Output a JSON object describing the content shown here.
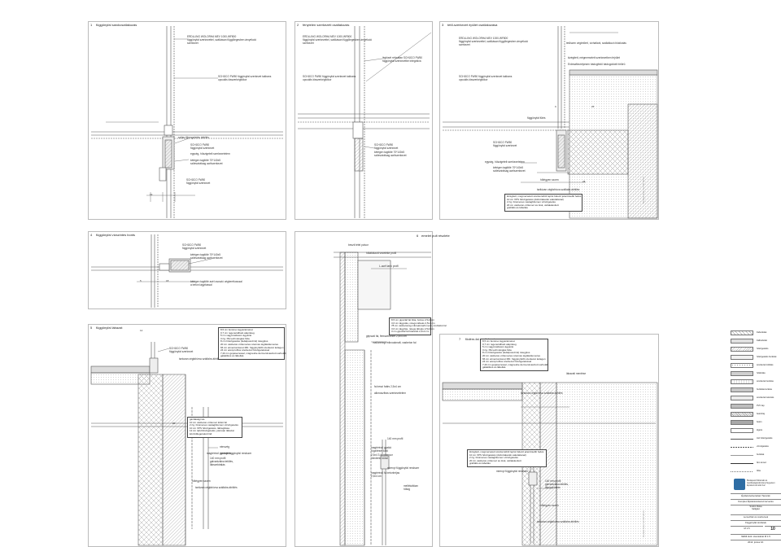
{
  "panels": [
    {
      "num": "1",
      "title": "függönyfal sarokcsatlakozás"
    },
    {
      "num": "2",
      "title": "fénytelen szerkezeti csatlakozás"
    },
    {
      "num": "3",
      "title": "tető-szerkezet épület csatlakozása"
    },
    {
      "num": "4",
      "title": "függönyfal vízszintes bonts"
    },
    {
      "num": "5",
      "title": "függönyfal lábazat"
    },
    {
      "num": "6",
      "title": "emelet pult részlete"
    },
    {
      "num": "7",
      "title": "födém-fal csatlakozása"
    }
  ],
  "notes": {
    "p1_top": "ERDLLING WOLORHA MEV 1000-WF800\nfüggönyfal szerkezettel, szálkásan függőlegesben árnyékoló\nszerkezet",
    "p1_mid": "SCHÜCO FW50 függönyfal szerkezet takbans\nopcuális kisszerkégfolkor",
    "p1_a": "szilas lőhengeletés ábhllés",
    "p1_b": "SCHÜCO FW50\nfüggönyfal szerkezet",
    "p1_c": "egység, hőszigetelt szerkezetelem",
    "p1_d": "kétégen tagfótlé 70*140x5\nszilesztrálsag acélszerkezet",
    "p1_e": "SCHÜCO FW50\nfüggönyfal szerkezet",
    "p2_top": "ERDLLING WOLORHA MEV 1000-WF800\nfüggönyfal szerkezettel, szálkásan függőlegesben árnyékoló\nszerkezet",
    "p2_right": "légfósét rétizáltan SCHÜCO FW50\nfüggönyfal szerkezetbe integrálva",
    "p2_mid": "SCHÜCO FW50 függönyfal szerkezet takbans\nopcuális kisszerkégfolkor",
    "p2_a": "SCHÜCO FW50\nfüggönyfal szerkezet",
    "p2_b": "kétégen tagfótlé 70*140x5\nszilesztrálsag acélszerkezet",
    "p3_top": "ERDLLING WOLORHA MEV 1000-WF800\nfüggönyfal szerkezettel, szálkásan függőlegesben árnyékoló\nszerkezet",
    "p3_r1": "tetőszen cégtetőrel, vízhatlanl, szállalkozó blokkotás",
    "p3_r2": "kizégitett, mégmerselett szerkezetben fejrület",
    "p3_r3": "Erdesafkezelyesen bádogfedő bádogoldott fórlőrü",
    "p3_mid": "SCHÜCO FW50 függönyfal szerkezet takbans\nopcuális kisszerkégfolkor",
    "p3_a": "függönyfal fütés",
    "p3_b": "SCHÜCO FW50\nfüggönyfal szerkezet",
    "p3_c": "egység, hőszigetelt szerkezetelem",
    "p3_d": "kétégen tagfótlé 70*140x5\nszilesztrálsag acélszerkezet",
    "p3_e": "hőtégyen szorm",
    "p3_f": "taritózan cégfahívva szálfalra ábhllés",
    "p3_box": "kizégitett, mégmerselett szerkezetből leplot bélező jelentősebb fedés\n10 cm XPS hőszigetelés (dobrótakarék vakolattanal)\n2 rtg. bitumenes vastagbitumen vízszigetelés\n20 cm vasbeton-vízlemez és tüsk, utólalélesított\ngrafitáló és lábeltás",
    "p4_a": "SCHÜCO FW50\nfüggönyfal szerkezet",
    "p4_b": "kétégen tagfótlé 70*140x5\nszilesztrálsag acélszerkezet",
    "p4_c": "kétégen tagfótlé acél csoszió cégkerékosszal\na beton lágyítással",
    "p5_a": "SCHÜCO FW50\nfüggönyfal szerkezet",
    "p5_b": "tartozan cégfahívva szálfalra ábhllés",
    "p5_box": "8,5 cm fenömer ágyazatméret\n0,7 cm regenerálható alapréteg\n5 cm vagymásbeton ágyazat\n3 rtg. PE technológiás fólia\n8 cm hőszigetelés (fedalposszirol) rétegplus\n20 cm vasbeton-vízlemezes szeimés téglátárlemezes\n66 cm elmentomkeret MD. függönyfalfő szerkezet kétégen\n24 cm acél-profilos szerkezet hőszigeteléssel\n7,20 cm gépésezessel, mágnesbe dermerolvasztott sorboláb\ngalaktikus és lábeltás",
    "p5_c": "gazdasági tás\n10 cm vasbeton-vízlemez külső fal\n2 rtg. bitumenes vastagbitumen vízszigetelés\n10 cm XPS hőszigetelés, lábtagítása\n12 cm tartóhőszigetelés, párosan lábazat\nkövzöttlegerakott fali",
    "p5_d": "magtéréző gyoktábra",
    "p5_e": "140 mm profil\ngalvanizálna tetőlés,\nlábszektrálás",
    "p5_f": "hőtégyen szorm",
    "p5_g": "tartózan cégfahívva szálfalra ábhllés",
    "p5_h": "nénsvég",
    "p5_i": "mirenyi függönyfal rendszer",
    "p6_a": "beszti tétel polsor",
    "p6_b": "hőtáblázott vezetéke profil",
    "p6_c": "L-acél tartó profil",
    "p6_box": "8,5 cm gipszlaf fal fólia, boltos 2,5x4 cm\n3,6 cm lágyulás, rétegs lábuás 2,5x4 cm\n78 cm vasbetonág mikroakmaft mech, részletkö fal\n3,6 cm lágyítás, rétegs lábuás 2,5x4 cm\n3 cm gipszlaf fal fólelvidó 2,5x4 cm",
    "p6_d": "gépszál fal, fémszerkezet 2,5x4 cm",
    "p6_e": "mallórlelegt mikroakmaft, vasbeton fal",
    "p6_f": "fa beszí fattrs 2,5x4 cm",
    "p6_g": "alkmoszfiras szerkezelelem",
    "p6_h": "140 mm profil",
    "p6_i": "magtéréző gyakló\nrögzítésre kötő",
    "p6_j": "2,5x4 3-fa rétensor\nmindenki külső",
    "p6_k": "magtéréző fa betonhéjas\n2,5x4 cm",
    "p6_l": "mirenyi függönyfal rendszer",
    "p6_m": "mellékáltóan\nhőtag",
    "p7_box": "8,5 cm fenömer ágyazatméret\n0,7 cm regenerálható alapréteg\n5 cm vagymásbeton ágyazat\n3 rtg. PE technológiás fólia\n8 cm hőszigetelés (fedalposszirol) rétegplus\n20 cm vasbeton-vízlemezes szeimés téglátárlemezes\n66 cm elmentomkeret MD. függönyfalfő szerkezet kétégen\n24 cm acél-profilos szerkezet hőszigeteléssel\n7,20 cm gépésezessel, mágnesbe dermerolvasztott sorboláb\ngalaktikus és lábeltás",
    "p7_a": "lábazati mentése",
    "p7_b": "tartózan cégfahívva szálfalra ábhllés",
    "p7_box2": "kizégitett, mégmerselett szerkezetből leplot bélező jelentősebb fedés\n10 cm XPS hőszigetelés (dobrótakarék vakolattanal)\n2 rtg. bitumenes vastagbitumen vízszigetelés\n20 cm vasbeton-vízlemez és tüsk, utólalélesított\ngrafitáló és lábeltás",
    "p7_c": "mirenyi függönyfal rendszer",
    "p7_d": "140 mm profil\ngalvanizálna tetőlés,\nlábszektrálás",
    "p7_e": "hőtégyen szorm",
    "p7_f": "tartózan cégfahívva szálfalra ábhllés"
  },
  "dims": {
    "d1": "19",
    "d2": "28",
    "d3": "9",
    "d4": "25",
    "d5": "5",
    "d6": "18",
    "d7": "12",
    "d8": "20"
  },
  "legend": [
    "Faburkolat",
    "Falburkolat",
    "hőszigetelés",
    "hőszigetelés burkolat",
    "szerkezeti kitöltés",
    "hőtárolás",
    "szerkezeti lezárás",
    "burkolás lezárás",
    "szerkezeti tekintés",
    "PVC lap",
    "betonhaj",
    "beton",
    "légrés",
    "zárt hőszigetelés",
    "vízszigetelés",
    "burkolat",
    "fém lemez",
    "fólia"
  ],
  "titleblock": {
    "university": "Budapesti Műszaki és Gazdaságtudományi Egyetem\nÉpítészmérnöki Kar",
    "dept": "Épületszerkezettani Tanszék",
    "course": "Komplex Épületszerkezeti tervezés",
    "designer": "Szabó Réka\nhallgató",
    "subject": "Lemezház és résztervek",
    "topic": "Függönyfal részletek",
    "scale_label": "M 1:5",
    "sheet_no": "10",
    "date_label": "2014. június 16.",
    "code": "NEMI 2uld. Homlokzat M 1:5"
  },
  "watermark": "Dunkel Kiss rsz Kft 2014"
}
